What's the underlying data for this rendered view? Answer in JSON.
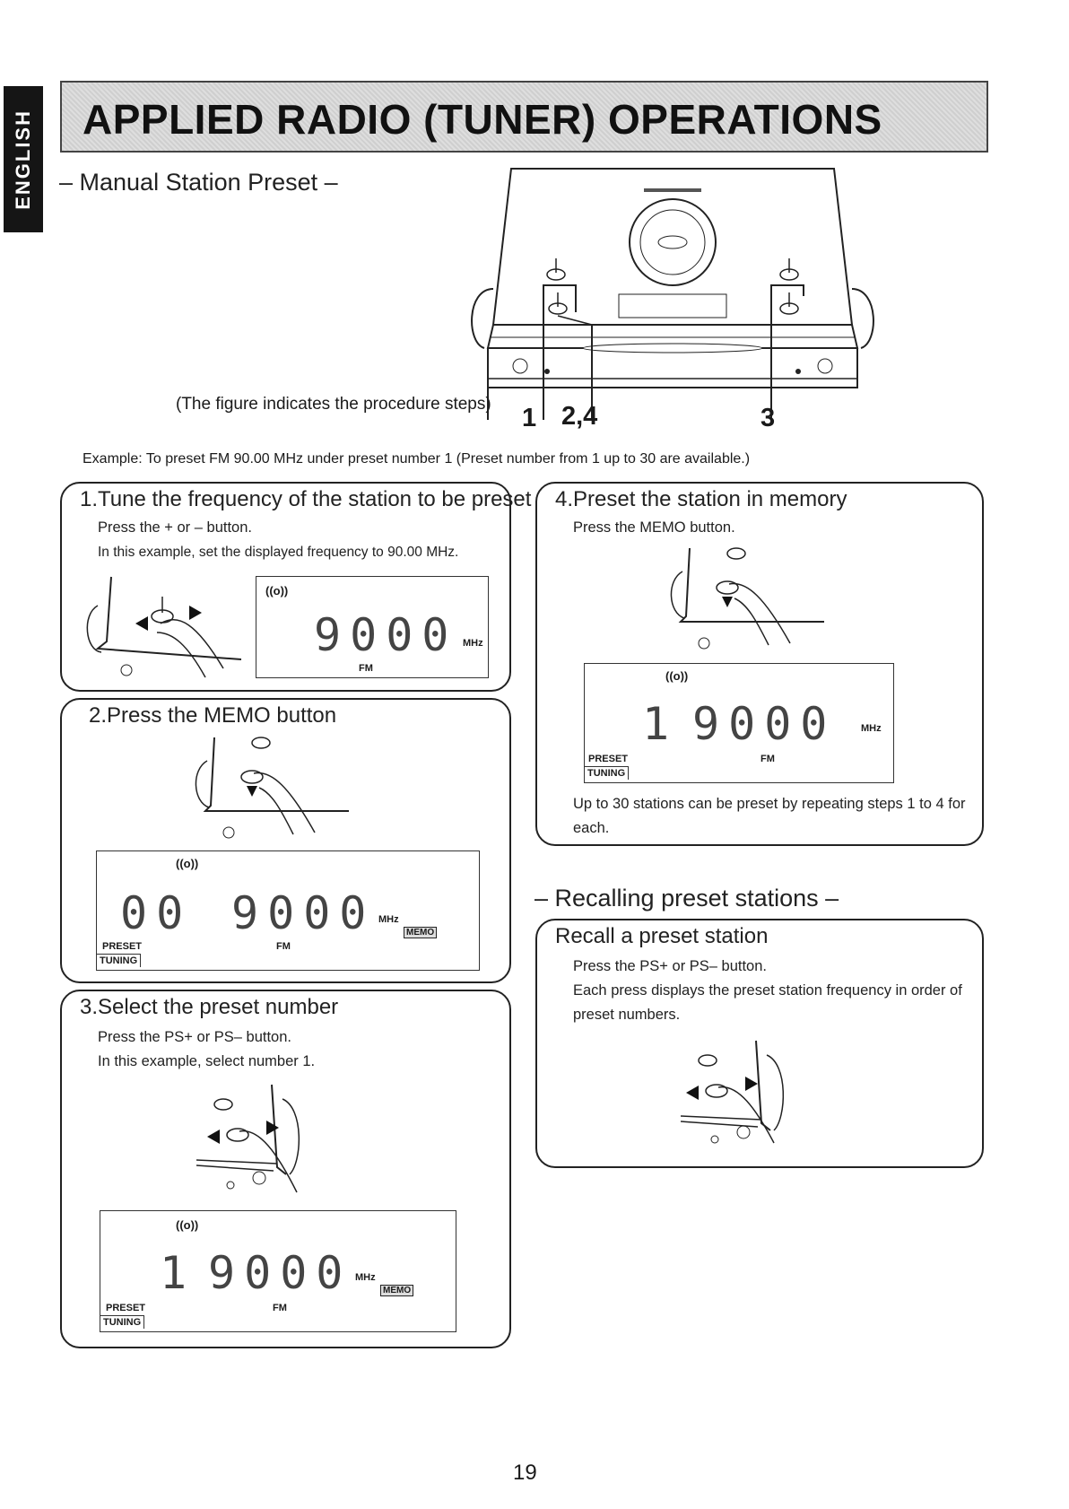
{
  "side_tab": "ENGLISH",
  "title": "APPLIED RADIO (TUNER) OPERATIONS",
  "manual_preset_heading": "– Manual Station Preset –",
  "figure_caption": "(The figure indicates the procedure steps)",
  "figure_steps": {
    "a": "1",
    "b": "2,4",
    "c": "3"
  },
  "example": "Example: To preset FM 90.00 MHz under preset number 1 (Preset number from 1 up to 30 are available.)",
  "steps": [
    {
      "title": "1.Tune the frequency of the station to be preset",
      "lines": [
        "Press the + or – button.",
        "In this example, set the displayed frequency to 90.00 MHz."
      ],
      "display": {
        "signal": "((o))",
        "freq": "9000",
        "unit": "MHz",
        "band": "FM"
      }
    },
    {
      "title": "2.Press the MEMO button",
      "display": {
        "signal": "((o))",
        "preset": "00",
        "freq": "9000",
        "unit": "MHz",
        "memo": "MEMO",
        "band": "FM",
        "preset_label": "PRESET",
        "tuning_label": "TUNING"
      }
    },
    {
      "title": "3.Select the preset number",
      "lines": [
        "Press the PS+ or PS– button.",
        "In this example, select number 1."
      ],
      "display": {
        "signal": "((o))",
        "preset": "1",
        "freq": "9000",
        "unit": "MHz",
        "memo": "MEMO",
        "band": "FM",
        "preset_label": "PRESET",
        "tuning_label": "TUNING"
      }
    },
    {
      "title": "4.Preset the station in memory",
      "lines": [
        "Press the MEMO button."
      ],
      "display": {
        "signal": "((o))",
        "preset": "1",
        "freq": "9000",
        "unit": "MHz",
        "band": "FM",
        "preset_label": "PRESET",
        "tuning_label": "TUNING"
      },
      "note": "Up to 30 stations can be preset by repeating steps 1 to 4 for each."
    }
  ],
  "recall_heading": "– Recalling preset stations –",
  "recall": {
    "title": "Recall a preset station",
    "lines": [
      "Press the PS+ or PS– button.",
      "Each press displays the preset station frequency in order of preset numbers."
    ]
  },
  "page_number": "19"
}
